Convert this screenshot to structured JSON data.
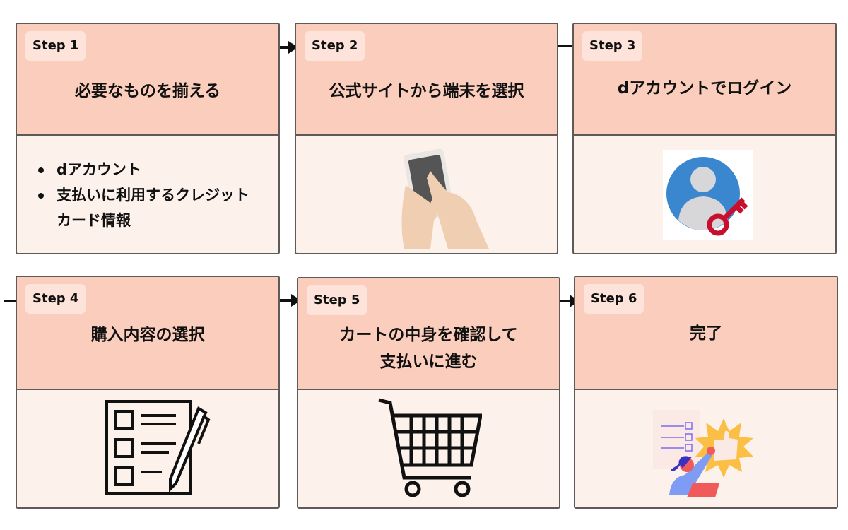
{
  "steps": [
    {
      "badge": "Step 1",
      "title": "必要なものを揃える",
      "items": [
        "dアカウント",
        "支払いに利用するクレジットカード情報"
      ],
      "icon": "checklist-items"
    },
    {
      "badge": "Step 2",
      "title": "公式サイトから端末を選択",
      "icon": "smartphone-hand-icon"
    },
    {
      "badge": "Step 3",
      "title": "dアカウントでログイン",
      "icon": "user-key-icon"
    },
    {
      "badge": "Step 4",
      "title": "購入内容の選択",
      "icon": "checklist-pen-icon"
    },
    {
      "badge": "Step 5",
      "title_lines": [
        "カートの中身を確認して",
        "支払いに進む"
      ],
      "icon": "shopping-cart-icon"
    },
    {
      "badge": "Step 6",
      "title": "完了",
      "icon": "thumbs-up-celebration-icon"
    }
  ],
  "colors": {
    "header": "#fbcdbc",
    "body": "#fdf1ec",
    "badge": "#fde3d9",
    "border": "#5e5a58"
  }
}
